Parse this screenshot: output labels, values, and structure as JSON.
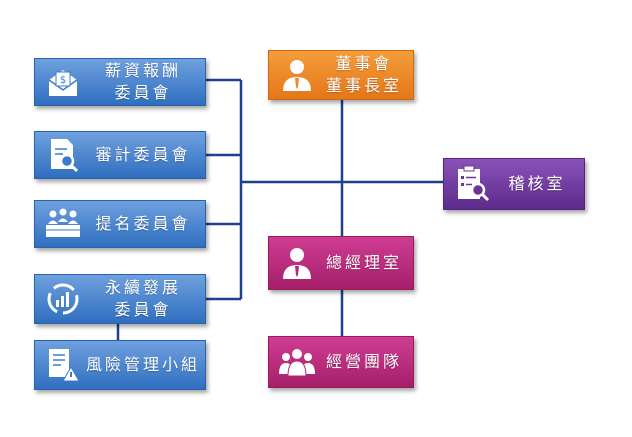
{
  "colors": {
    "line": "#1f3f8f",
    "blue": "#3b7bcf",
    "orange": "#ef8a2a",
    "purple": "#6a3596",
    "magenta": "#b8287a"
  },
  "nodes": {
    "compensation": {
      "line1": "薪資報酬",
      "line2": "委員會",
      "icon": "salary-envelope-icon"
    },
    "audit": {
      "line1": "審計委員會",
      "icon": "document-magnifier-icon"
    },
    "nomination": {
      "line1": "提名委員會",
      "icon": "committee-people-icon"
    },
    "sustainability": {
      "line1": "永續發展",
      "line2": "委員會",
      "icon": "growth-cycle-icon"
    },
    "risk": {
      "line1": "風險管理小組",
      "icon": "risk-report-icon"
    },
    "board": {
      "line1": "董事會",
      "line2": "董事長室",
      "icon": "person-tie-icon"
    },
    "audit_office": {
      "line1": "稽核室",
      "icon": "checklist-magnifier-icon"
    },
    "president": {
      "line1": "總經理室",
      "icon": "person-tie-icon"
    },
    "management": {
      "line1": "經營團隊",
      "icon": "team-icon"
    }
  }
}
